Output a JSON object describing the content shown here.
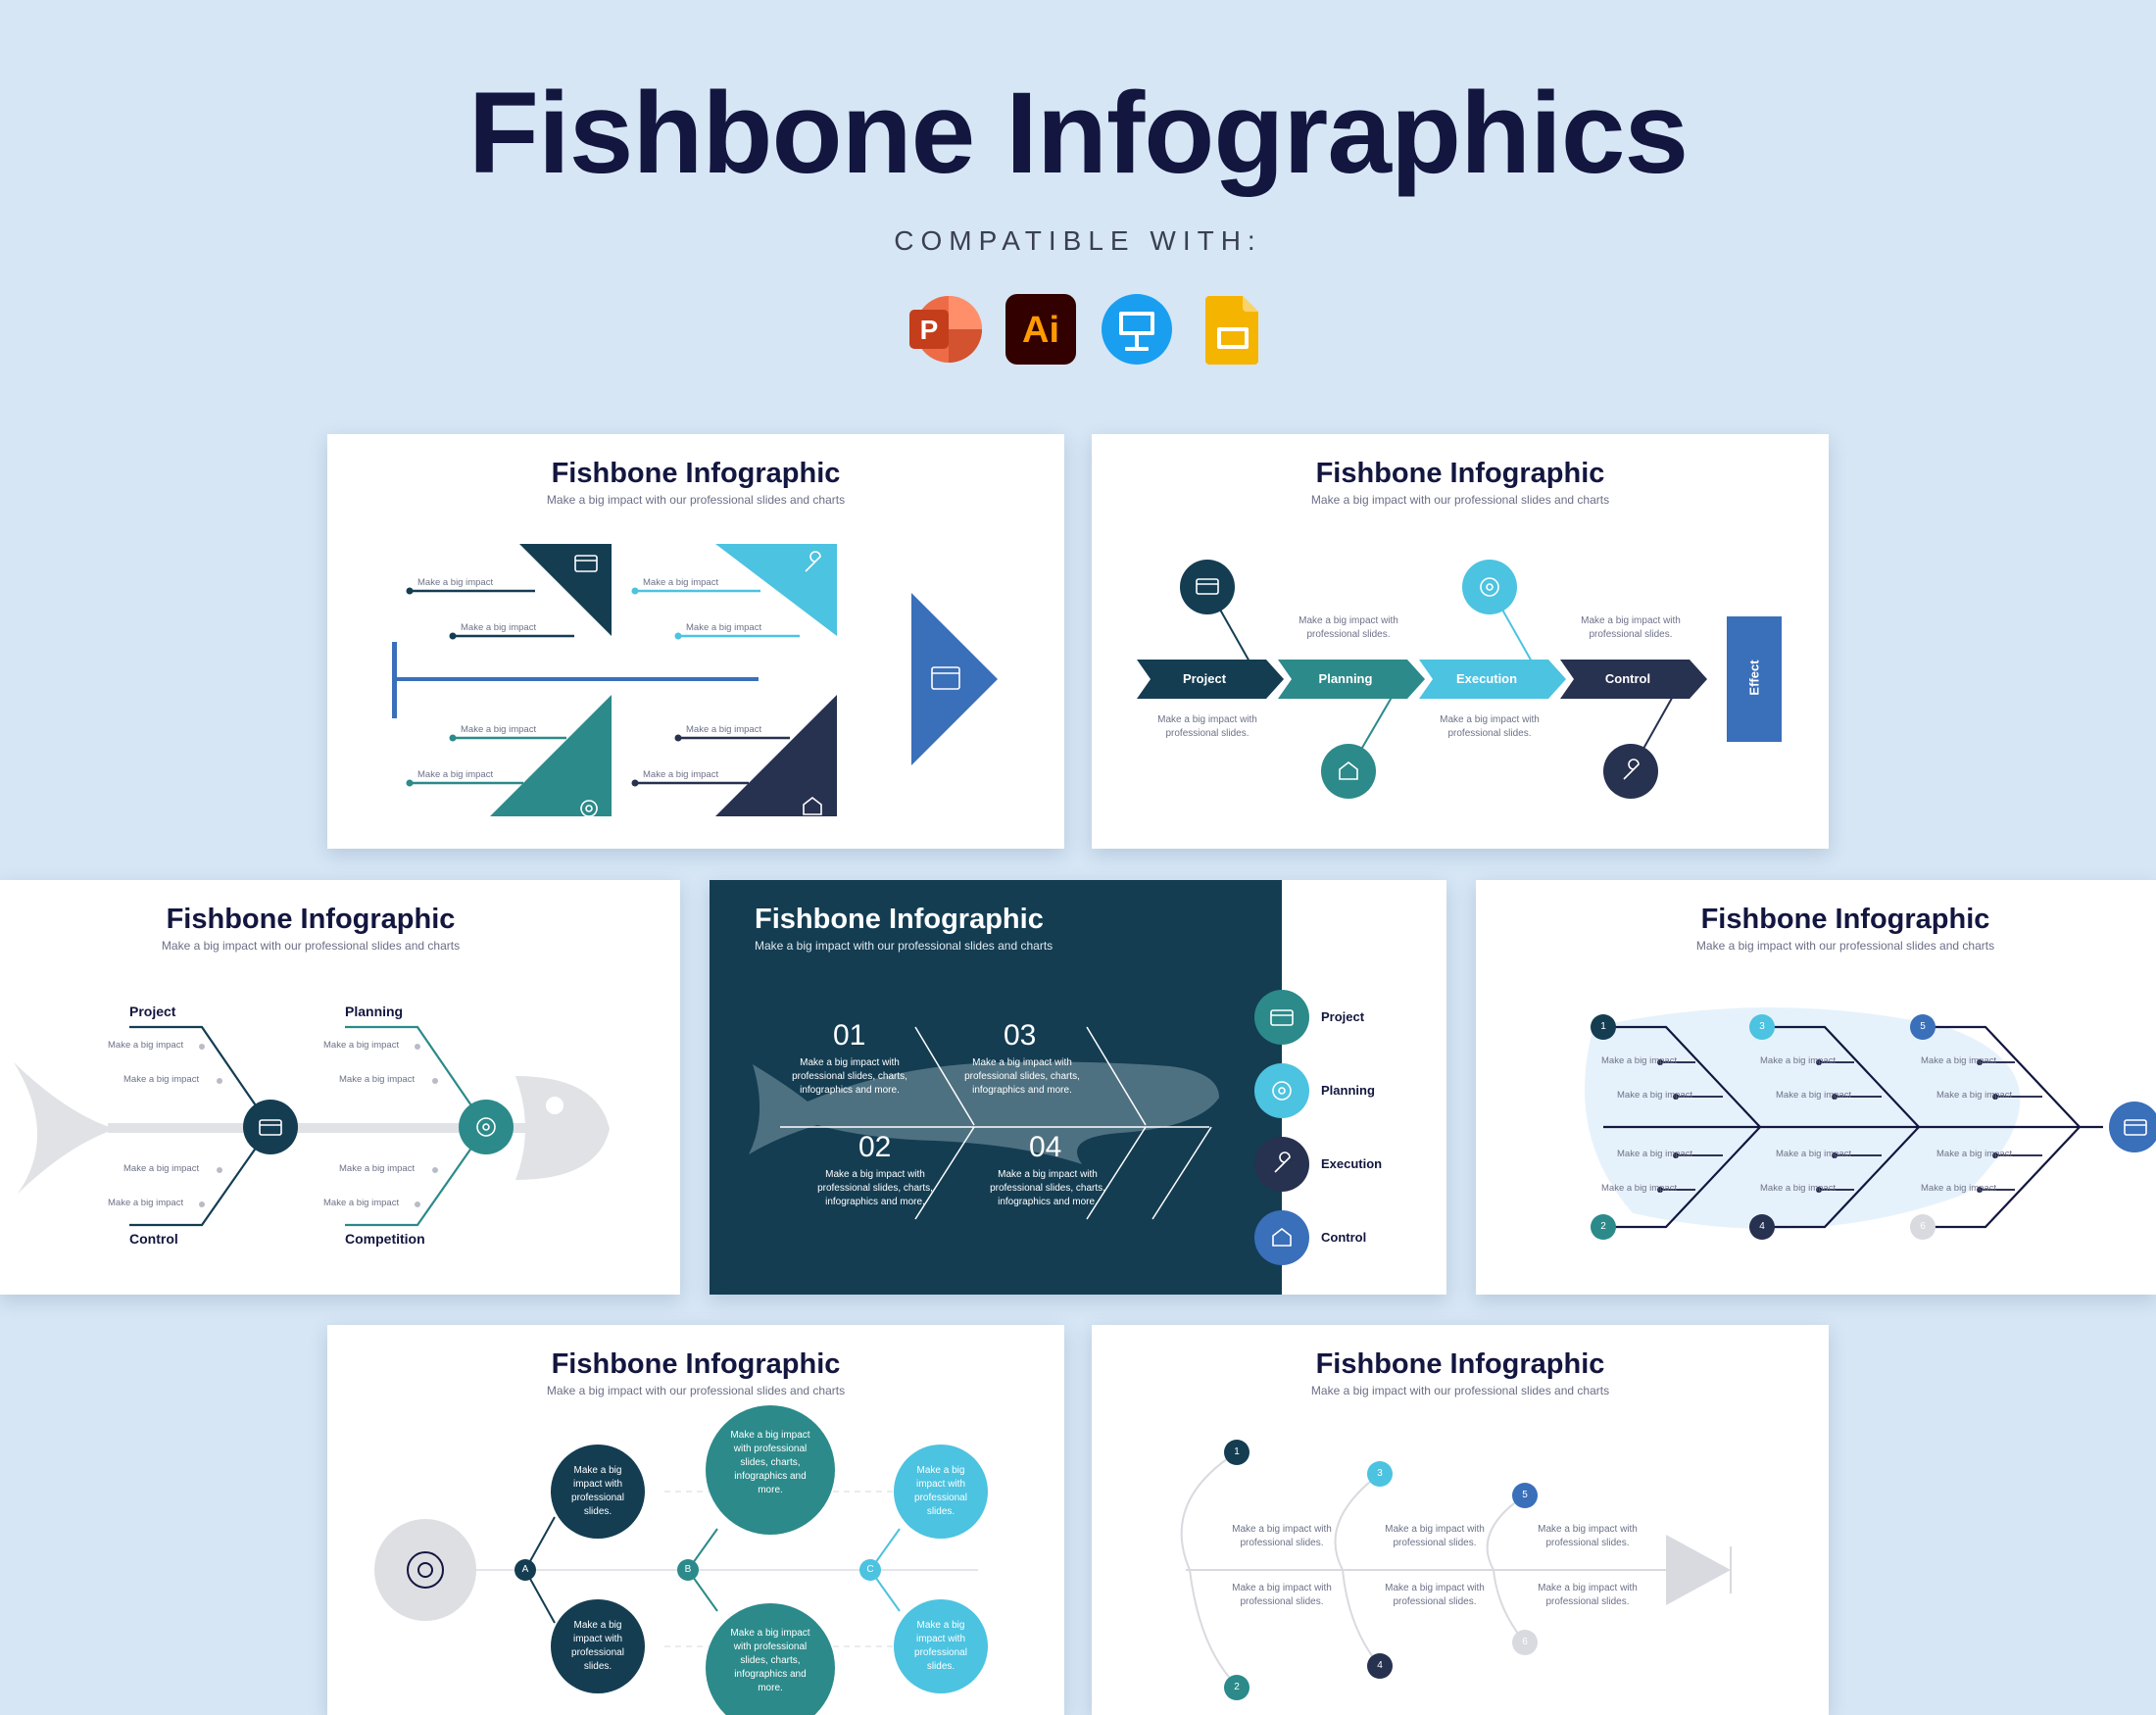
{
  "header": {
    "title": "Fishbone Infographics",
    "compatible": "COMPATIBLE WITH:",
    "apps": [
      {
        "name": "PowerPoint",
        "letter": "P",
        "color": "#d24726"
      },
      {
        "name": "Illustrator",
        "letter": "Ai",
        "color": "#ff9a00"
      },
      {
        "name": "Keynote",
        "letter": "",
        "color": "#1a9ff0"
      },
      {
        "name": "Google Slides",
        "letter": "",
        "color": "#f5b400"
      }
    ]
  },
  "slide_title": "Fishbone Infographic",
  "slide_subtitle": "Make a big impact with our professional slides and charts",
  "short": "Make a big impact",
  "medium": "Make a big impact with professional slides.",
  "long": "Make a big impact with professional slides, charts, infographics and more.",
  "labels": {
    "project": "Project",
    "planning": "Planning",
    "execution": "Execution",
    "control": "Control",
    "competition": "Competition",
    "effect": "Effect"
  },
  "numbers": {
    "n01": "01",
    "n02": "02",
    "n03": "03",
    "n04": "04"
  },
  "steps": {
    "s1": "1",
    "s2": "2",
    "s3": "3",
    "s4": "4",
    "s5": "5",
    "s6": "6"
  },
  "letters": {
    "a": "A",
    "b": "B",
    "c": "C"
  },
  "circles": {
    "small": "Make a big impact with professional slides.",
    "big": "Make a big impact with professional slides, charts, infographics and more."
  },
  "colors": {
    "navy": "#13163f",
    "dark_teal": "#143d52",
    "teal": "#2c8a8a",
    "cyan": "#4cc3e0",
    "blue": "#3a6fba",
    "slate": "#273150",
    "background": "#d6e6f5"
  }
}
